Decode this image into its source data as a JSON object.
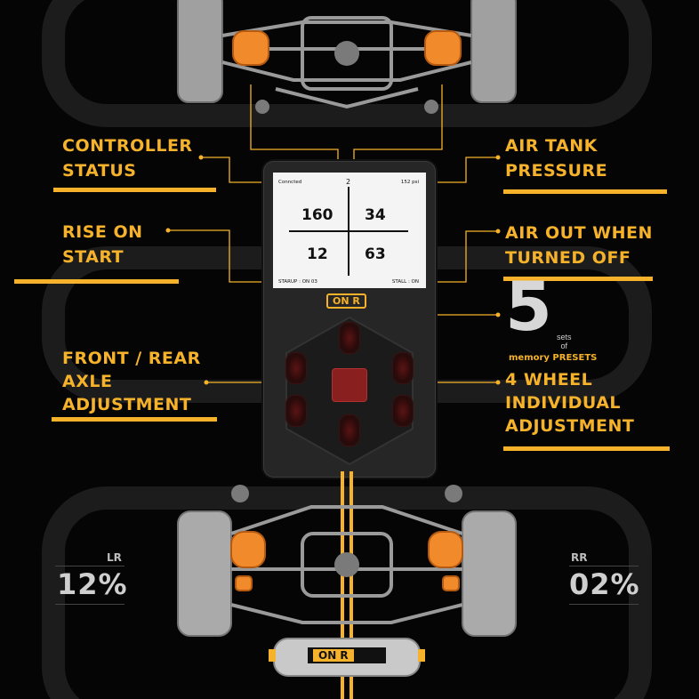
{
  "callouts": {
    "controller_status": [
      "CONTROLLER",
      "STATUS"
    ],
    "rise_on_start": [
      "RISE ON",
      "START"
    ],
    "front_rear": [
      "FRONT / REAR",
      "AXLE",
      "ADJUSTMENT"
    ],
    "air_tank": [
      "AIR TANK",
      "PRESSURE"
    ],
    "air_out": [
      "AIR OUT WHEN",
      "TURNED OFF"
    ],
    "four_wheel": [
      "4 WHEEL",
      "INDIVIDUAL",
      "ADJUSTMENT"
    ]
  },
  "presets": {
    "count": "5",
    "sets": "sets",
    "of": "of",
    "label": "memory PRESETS"
  },
  "screen": {
    "status": "Conncted",
    "top_value": "2",
    "pressure": "152 psi",
    "fl": "160",
    "fr": "34",
    "rl": "12",
    "rr": "63",
    "startup": "STARUP : ON 03",
    "stall": "STALL : ON"
  },
  "brand": {
    "device_logo": "ON R",
    "tank_logo": "ON R"
  },
  "corners": {
    "lr_label": "LR",
    "lr_value": "12%",
    "rr_label": "RR",
    "rr_value": "02%"
  },
  "colors": {
    "accent": "#f5b22a",
    "background": "#050505",
    "airbag": "#f08a2a"
  }
}
